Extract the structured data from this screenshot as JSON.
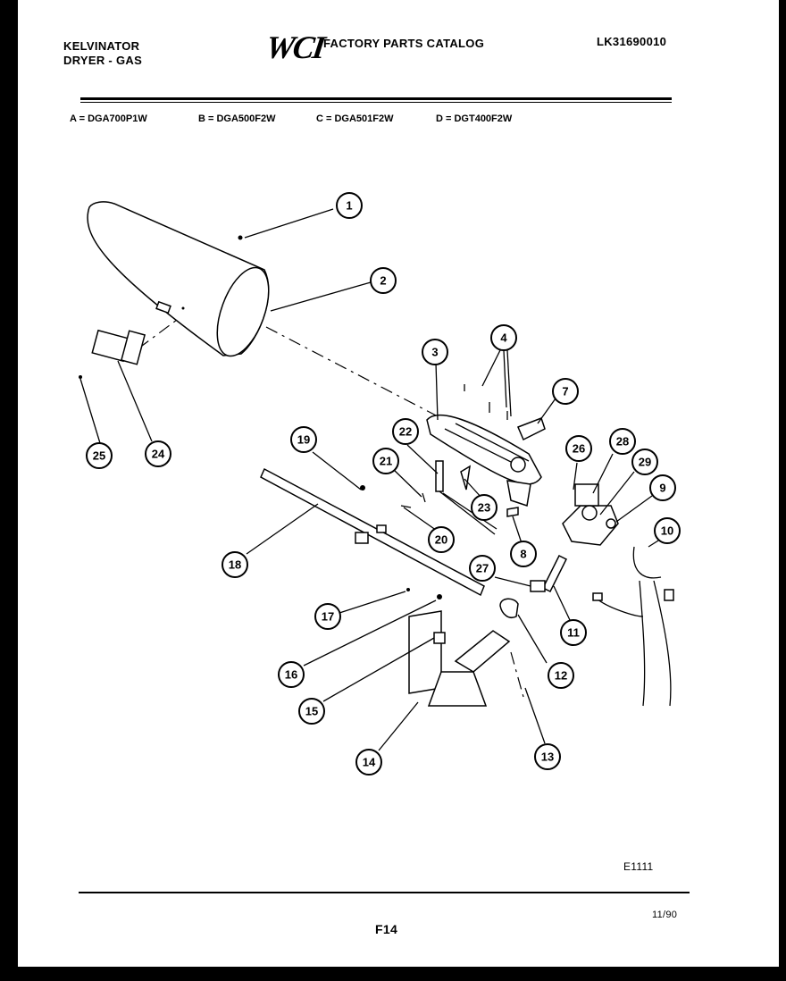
{
  "header": {
    "brand_line1": "KELVINATOR",
    "brand_line2": "DRYER - GAS",
    "logo": "WCI",
    "catalog_title": "FACTORY PARTS CATALOG",
    "catalog_code": "LK31690010"
  },
  "models": [
    "A = DGA700P1W",
    "B = DGA500F2W",
    "C = DGA501F2W",
    "D = DGT400F2W"
  ],
  "callouts": [
    "1",
    "2",
    "3",
    "4",
    "7",
    "26",
    "28",
    "29",
    "9",
    "10",
    "19",
    "22",
    "21",
    "23",
    "8",
    "20",
    "18",
    "27",
    "11",
    "17",
    "12",
    "16",
    "15",
    "13",
    "14",
    "25",
    "24"
  ],
  "footer": {
    "drawing_code": "E1111",
    "page_code": "F14",
    "date": "11/90"
  }
}
